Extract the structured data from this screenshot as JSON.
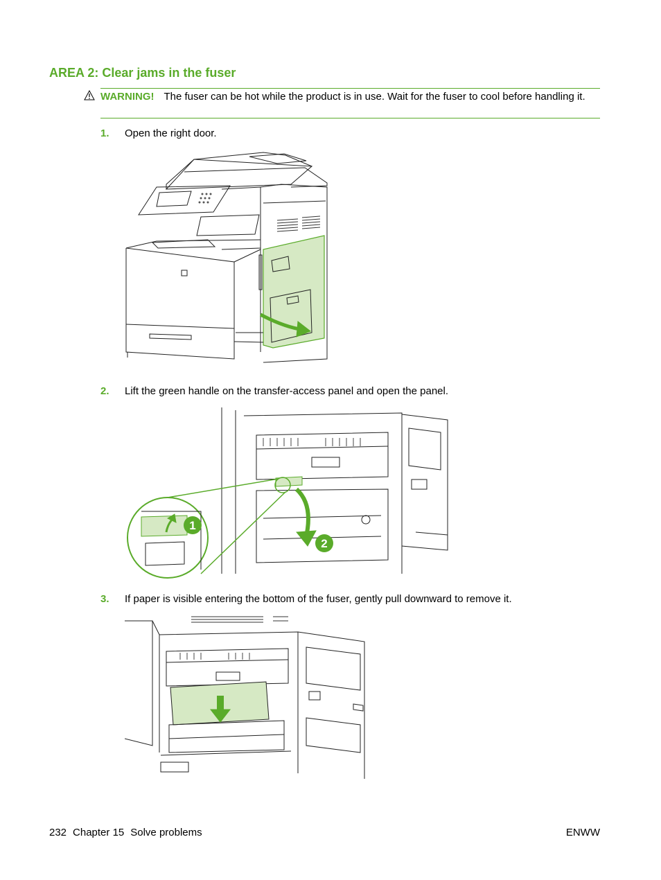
{
  "heading": "AREA 2: Clear jams in the fuser",
  "warning": {
    "label": "WARNING!",
    "text": "The fuser can be hot while the product is in use. Wait for the fuser to cool before handling it."
  },
  "steps": [
    {
      "num": "1.",
      "text": "Open the right door."
    },
    {
      "num": "2.",
      "text": "Lift the green handle on the transfer-access panel and open the panel."
    },
    {
      "num": "3.",
      "text": "If paper is visible entering the bottom of the fuser, gently pull downward to remove it."
    }
  ],
  "figure2": {
    "callout1": "1",
    "callout2": "2"
  },
  "footer": {
    "page_number": "232",
    "chapter": "Chapter 15",
    "chapter_title": "Solve problems",
    "right": "ENWW"
  },
  "colors": {
    "accent": "#5aab2a",
    "highlight": "#d6e9c4"
  }
}
